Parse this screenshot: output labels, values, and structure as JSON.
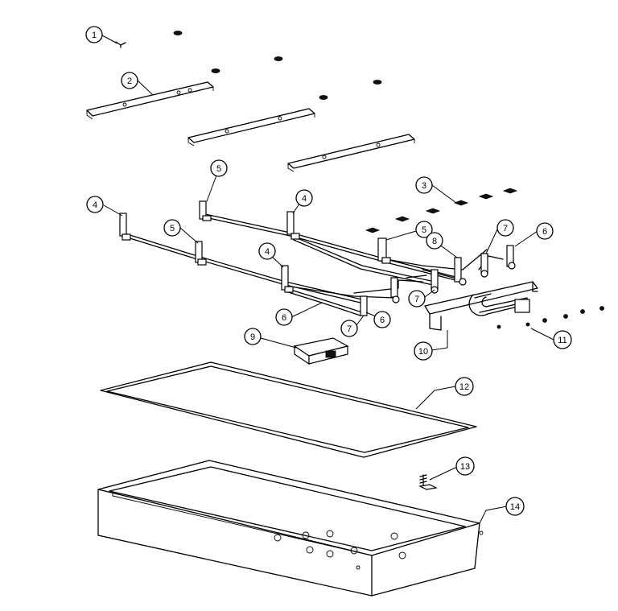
{
  "diagram": {
    "callouts": [
      {
        "id": "callout-1",
        "label": "1"
      },
      {
        "id": "callout-2",
        "label": "2"
      },
      {
        "id": "callout-3",
        "label": "3"
      },
      {
        "id": "callout-4a",
        "label": "4"
      },
      {
        "id": "callout-4b",
        "label": "4"
      },
      {
        "id": "callout-4c",
        "label": "4"
      },
      {
        "id": "callout-5a",
        "label": "5"
      },
      {
        "id": "callout-5b",
        "label": "5"
      },
      {
        "id": "callout-5c",
        "label": "5"
      },
      {
        "id": "callout-6a",
        "label": "6"
      },
      {
        "id": "callout-6b",
        "label": "6"
      },
      {
        "id": "callout-6c",
        "label": "6"
      },
      {
        "id": "callout-7a",
        "label": "7"
      },
      {
        "id": "callout-7b",
        "label": "7"
      },
      {
        "id": "callout-7c",
        "label": "7"
      },
      {
        "id": "callout-8",
        "label": "8"
      },
      {
        "id": "callout-9",
        "label": "9"
      },
      {
        "id": "callout-10",
        "label": "10"
      },
      {
        "id": "callout-11",
        "label": "11"
      },
      {
        "id": "callout-12",
        "label": "12"
      },
      {
        "id": "callout-13",
        "label": "13"
      },
      {
        "id": "callout-14",
        "label": "14"
      }
    ]
  }
}
